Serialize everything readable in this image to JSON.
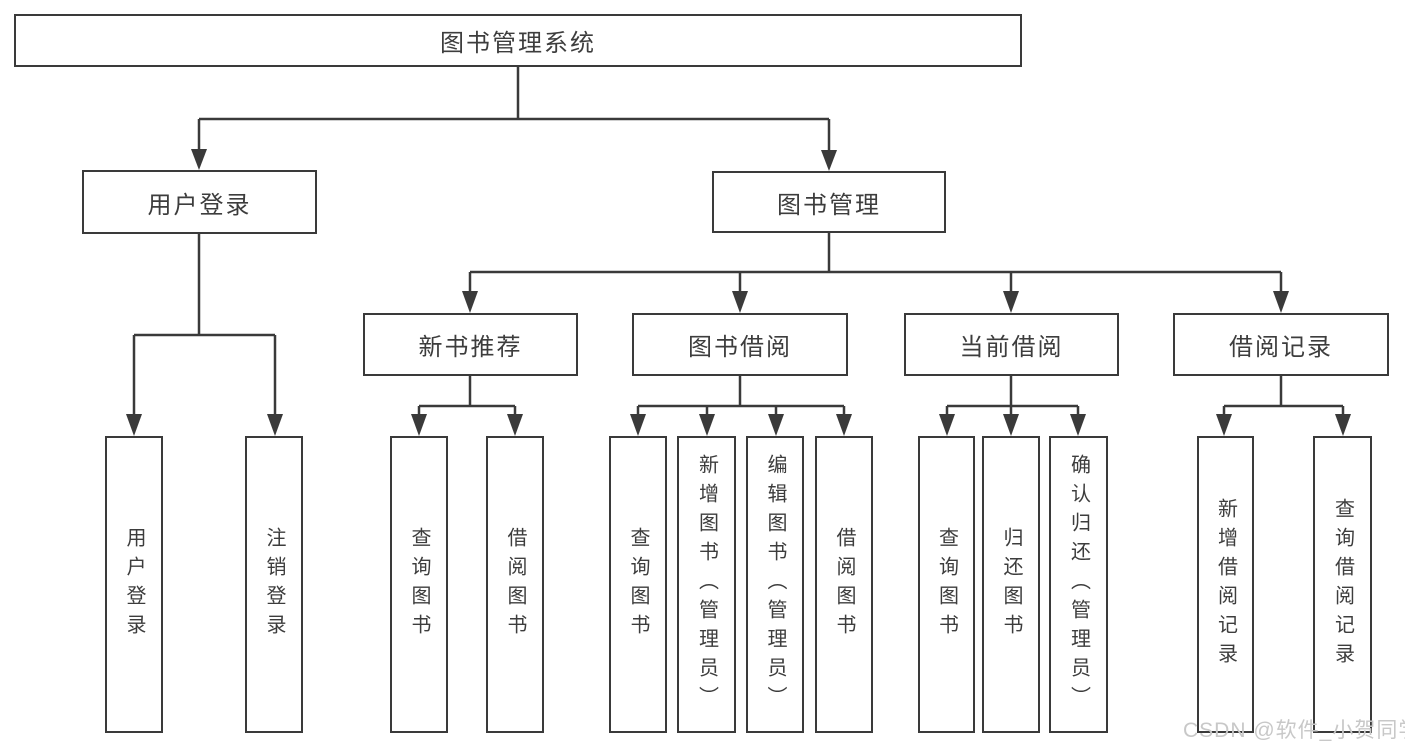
{
  "diagram": {
    "title": "图书管理系统",
    "root": {
      "label": "图书管理系统"
    },
    "branches": [
      {
        "label": "用户登录",
        "children": [
          {
            "label": "用户登录"
          },
          {
            "label": "注销登录"
          }
        ]
      },
      {
        "label": "图书管理",
        "children": [
          {
            "label": "新书推荐",
            "children": [
              {
                "label": "查询图书"
              },
              {
                "label": "借阅图书"
              }
            ]
          },
          {
            "label": "图书借阅",
            "children": [
              {
                "label": "查询图书"
              },
              {
                "label": "新增图书（管理员）"
              },
              {
                "label": "编辑图书（管理员）"
              },
              {
                "label": "借阅图书"
              }
            ]
          },
          {
            "label": "当前借阅",
            "children": [
              {
                "label": "查询图书"
              },
              {
                "label": "归还图书"
              },
              {
                "label": "确认归还（管理员）"
              }
            ]
          },
          {
            "label": "借阅记录",
            "children": [
              {
                "label": "新增借阅记录"
              },
              {
                "label": "查询借阅记录"
              }
            ]
          }
        ]
      }
    ]
  },
  "watermark": {
    "text": "CSDN @软件_小贺同学",
    "color": "#c8c8c8"
  },
  "colors": {
    "line": "#3a3a3a",
    "text": "#3d3d3d",
    "background": "#ffffff"
  }
}
